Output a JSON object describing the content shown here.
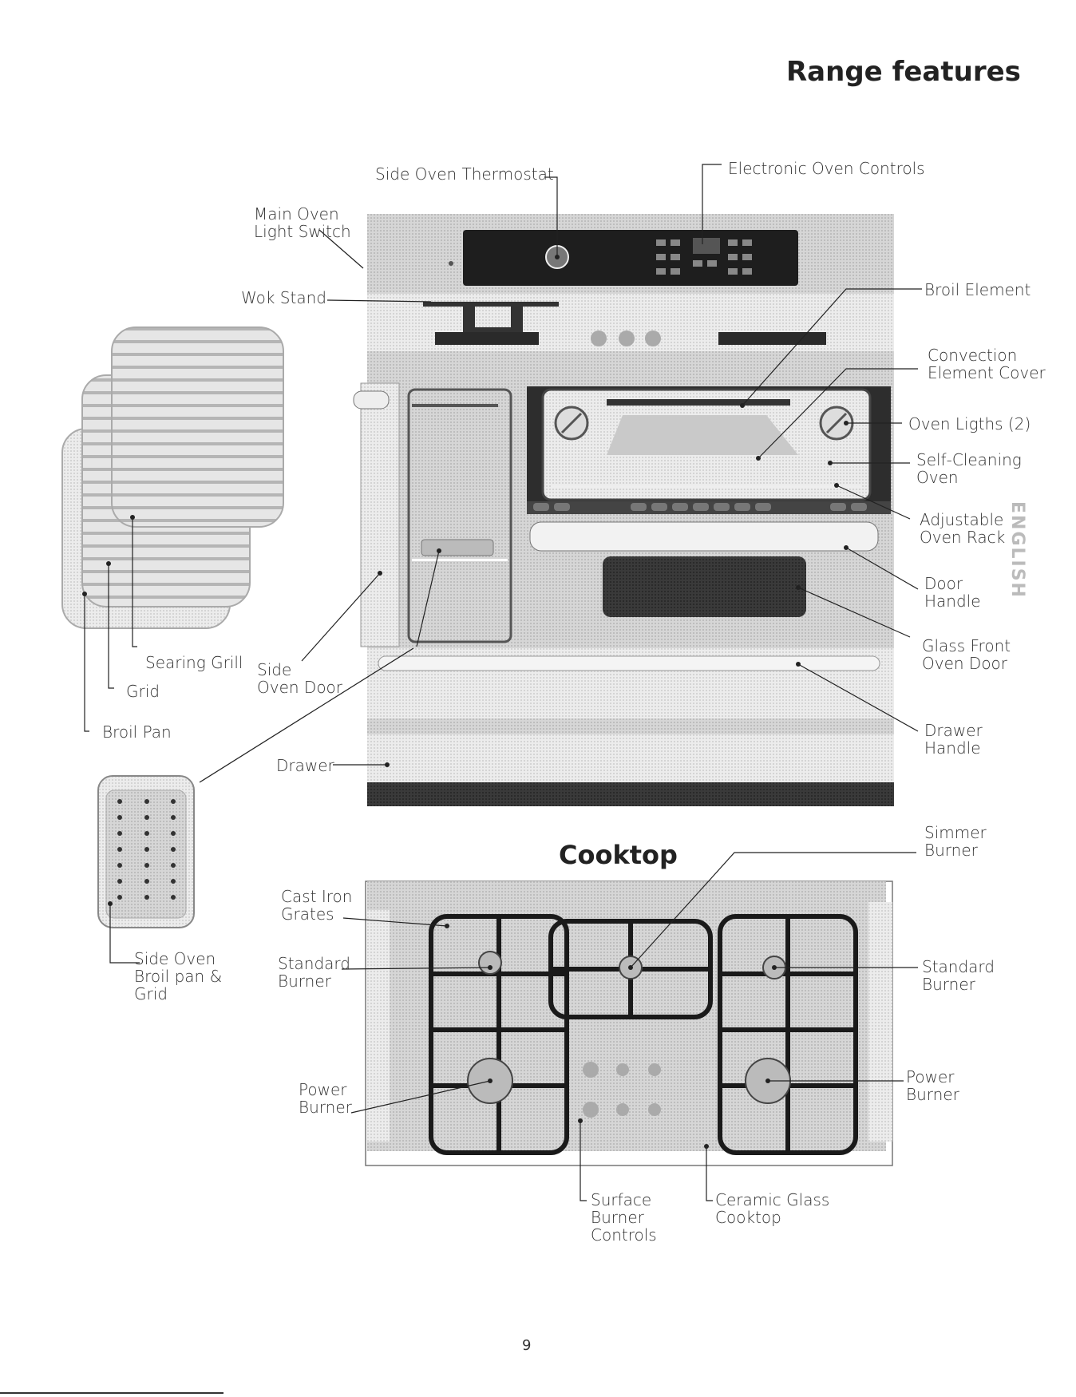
{
  "page": {
    "title": "Range features",
    "cooktop_title": "Cooktop",
    "page_number": "9",
    "language_tab": "ENGLISH"
  },
  "range_labels": {
    "side_oven_thermostat": "Side Oven Thermostat",
    "electronic_oven_controls": "Electronic Oven Controls",
    "main_oven_light_switch": "Main Oven\nLight Switch",
    "wok_stand": "Wok Stand",
    "broil_element": "Broil Element",
    "convection_element_cover": "Convection\nElement Cover",
    "oven_lights": "Oven Ligths (2)",
    "self_cleaning_oven": "Self-Cleaning\nOven",
    "adjustable_oven_rack": "Adjustable\nOven Rack",
    "door_handle": "Door\nHandle",
    "glass_front_oven_door": "Glass Front\nOven Door",
    "drawer_handle": "Drawer\nHandle",
    "searing_grill": "Searing Grill",
    "grid": "Grid",
    "broil_pan": "Broil Pan",
    "side_oven_door": "Side\nOven Door",
    "drawer": "Drawer",
    "side_oven_broil_pan_grid": "Side Oven\nBroil pan &\nGrid"
  },
  "cooktop_labels": {
    "simmer_burner": "Simmer\nBurner",
    "cast_iron_grates": "Cast Iron\nGrates",
    "standard_burner_left": "Standard\nBurner",
    "standard_burner_right": "Standard\nBurner",
    "power_burner_left": "Power\nBurner",
    "power_burner_right": "Power\nBurner",
    "surface_burner_controls": "Surface\nBurner\nControls",
    "ceramic_glass_cooktop": "Ceramic Glass\nCooktop"
  }
}
